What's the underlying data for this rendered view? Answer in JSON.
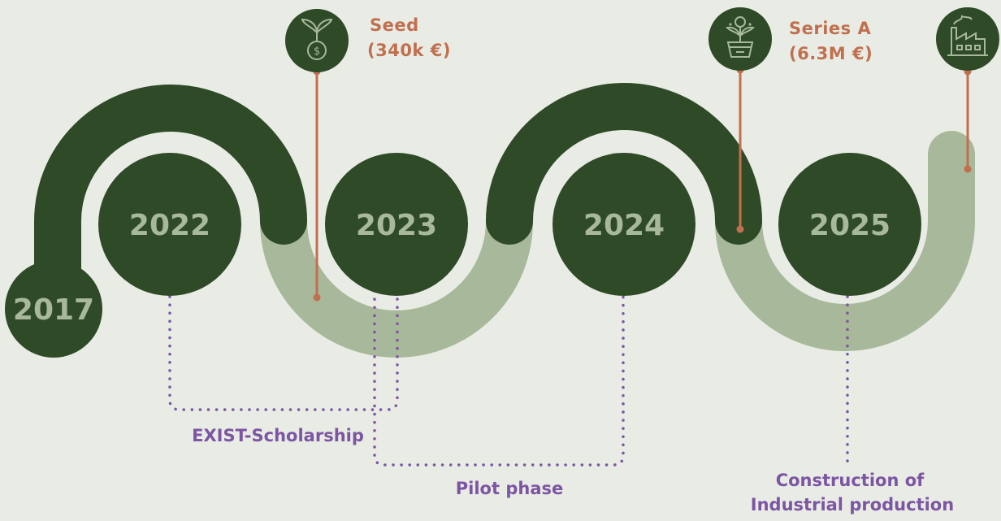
{
  "colors": {
    "background": "#e9ece5",
    "dark_green": "#2f4a27",
    "light_green": "#a8b89a",
    "funding_accent": "#c0704f",
    "phase_accent": "#7c55a3"
  },
  "milestones": [
    {
      "year": "2017"
    },
    {
      "year": "2022"
    },
    {
      "year": "2023"
    },
    {
      "year": "2024"
    },
    {
      "year": "2025"
    }
  ],
  "funding_rounds": [
    {
      "name": "Seed",
      "amount": "(340k €)",
      "icon": "seed-money-icon"
    },
    {
      "name": "Series A",
      "amount": "(6.3M €)",
      "icon": "money-plant-icon"
    }
  ],
  "end_icon": "factory-icon",
  "phases": {
    "exist": "EXIST-Scholarship",
    "pilot": "Pilot phase",
    "construction_line1": "Construction of",
    "construction_line2": "Industrial production"
  }
}
